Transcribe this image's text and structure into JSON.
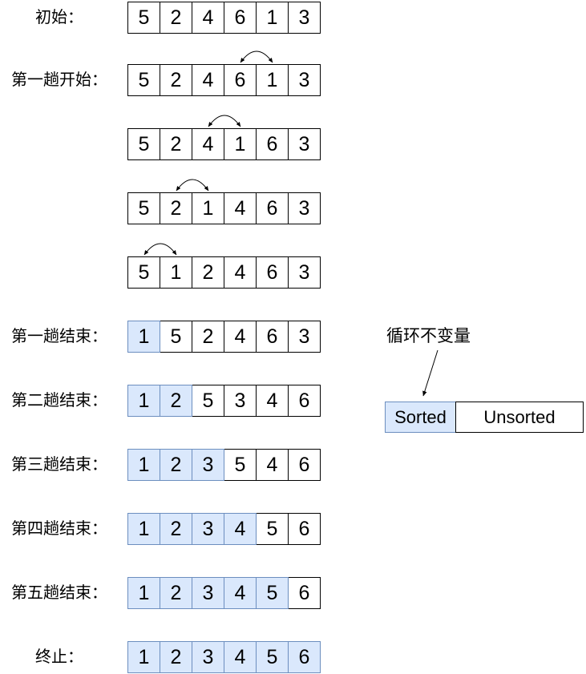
{
  "colors": {
    "highlight_fill": "#dae8fc",
    "highlight_stroke": "#6c8ebf",
    "cell_fill": "#ffffff",
    "cell_stroke": "#000000",
    "text": "#000000"
  },
  "rows": [
    {
      "label": "初始：",
      "values": [
        5,
        2,
        4,
        6,
        1,
        3
      ],
      "sorted_count": 0,
      "swap": null
    },
    {
      "label": "第一趟开始：",
      "values": [
        5,
        2,
        4,
        6,
        1,
        3
      ],
      "sorted_count": 0,
      "swap": [
        3,
        4
      ]
    },
    {
      "label": "",
      "values": [
        5,
        2,
        4,
        1,
        6,
        3
      ],
      "sorted_count": 0,
      "swap": [
        2,
        3
      ]
    },
    {
      "label": "",
      "values": [
        5,
        2,
        1,
        4,
        6,
        3
      ],
      "sorted_count": 0,
      "swap": [
        1,
        2
      ]
    },
    {
      "label": "",
      "values": [
        5,
        1,
        2,
        4,
        6,
        3
      ],
      "sorted_count": 0,
      "swap": [
        0,
        1
      ]
    },
    {
      "label": "第一趟结束：",
      "values": [
        1,
        5,
        2,
        4,
        6,
        3
      ],
      "sorted_count": 1,
      "swap": null
    },
    {
      "label": "第二趟结束：",
      "values": [
        1,
        2,
        5,
        3,
        4,
        6
      ],
      "sorted_count": 2,
      "swap": null
    },
    {
      "label": "第三趟结束：",
      "values": [
        1,
        2,
        3,
        5,
        4,
        6
      ],
      "sorted_count": 3,
      "swap": null
    },
    {
      "label": "第四趟结束：",
      "values": [
        1,
        2,
        3,
        4,
        5,
        6
      ],
      "sorted_count": 4,
      "swap": null
    },
    {
      "label": "第五趟结束：",
      "values": [
        1,
        2,
        3,
        4,
        5,
        6
      ],
      "sorted_count": 5,
      "swap": null
    },
    {
      "label": "终止：",
      "values": [
        1,
        2,
        3,
        4,
        5,
        6
      ],
      "sorted_count": 6,
      "swap": null
    }
  ],
  "legend": {
    "annotation": "循环不变量",
    "sorted_label": "Sorted",
    "unsorted_label": "Unsorted"
  }
}
